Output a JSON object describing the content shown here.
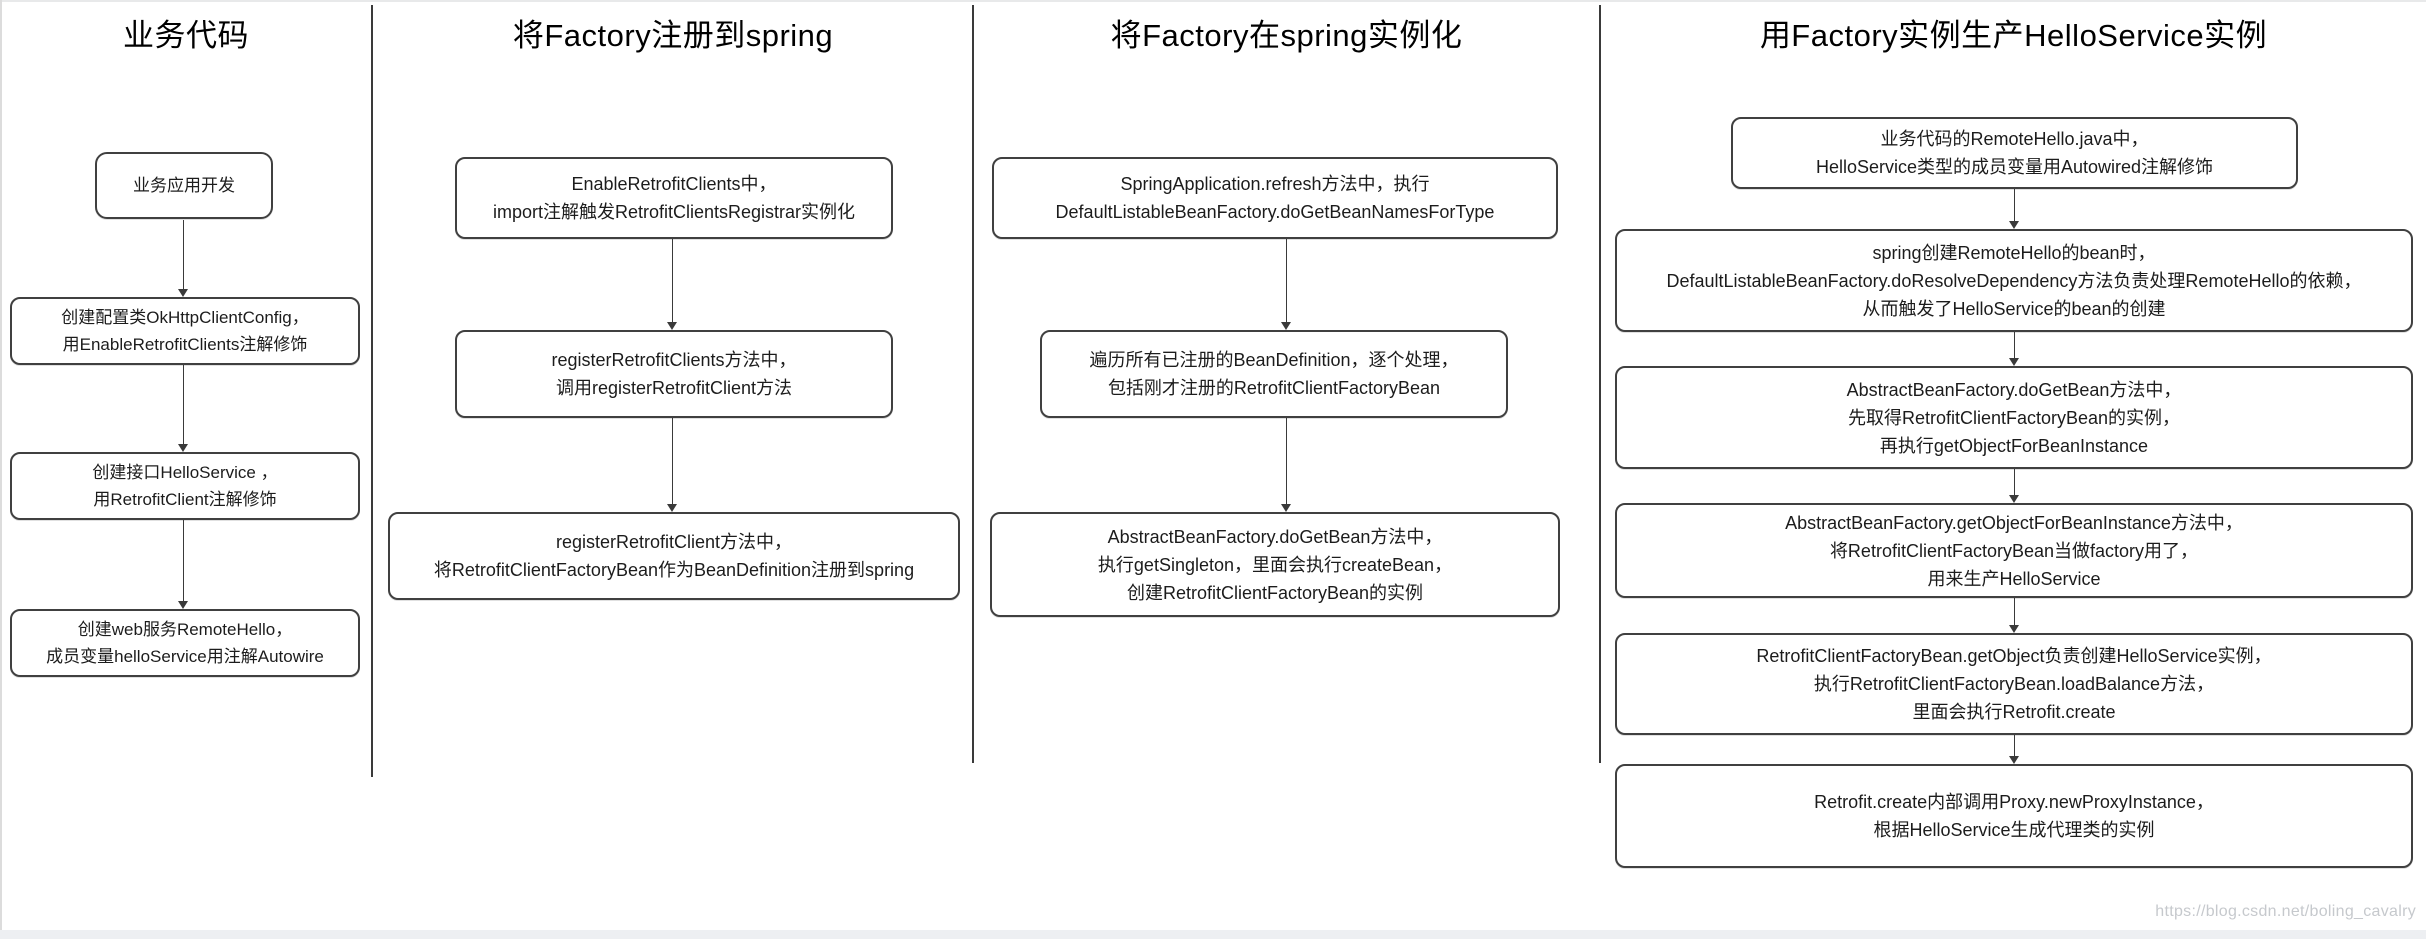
{
  "watermark": "https://blog.csdn.net/boling_cavalry",
  "colors": {
    "line": "#3a3a3a",
    "box_border": "#404040",
    "text": "#1c1c1c",
    "title": "#000000",
    "watermark": "#c6c9cd",
    "page_bg": "#ffffff",
    "bottom_strip": "#edeff2"
  },
  "columns": [
    {
      "title": "业务代码",
      "boxes": [
        {
          "lines": [
            "业务应用开发"
          ]
        },
        {
          "lines": [
            "创建配置类OkHttpClientConfig，",
            "用EnableRetrofitClients注解修饰"
          ]
        },
        {
          "lines": [
            "创建接口HelloService ，",
            "用RetrofitClient注解修饰"
          ]
        },
        {
          "lines": [
            "创建web服务RemoteHello，",
            "成员变量helloService用注解Autowire"
          ]
        }
      ]
    },
    {
      "title": "将Factory注册到spring",
      "boxes": [
        {
          "lines": [
            "EnableRetrofitClients中，",
            "import注解触发RetrofitClientsRegistrar实例化"
          ]
        },
        {
          "lines": [
            "registerRetrofitClients方法中，",
            "调用registerRetrofitClient方法"
          ]
        },
        {
          "lines": [
            "registerRetrofitClient方法中，",
            "将RetrofitClientFactoryBean作为BeanDefinition注册到spring"
          ]
        }
      ]
    },
    {
      "title": "将Factory在spring实例化",
      "boxes": [
        {
          "lines": [
            "SpringApplication.refresh方法中，执行",
            "DefaultListableBeanFactory.doGetBeanNamesForType"
          ]
        },
        {
          "lines": [
            "遍历所有已注册的BeanDefinition，逐个处理，",
            "包括刚才注册的RetrofitClientFactoryBean"
          ]
        },
        {
          "lines": [
            "AbstractBeanFactory.doGetBean方法中，",
            "执行getSingleton，里面会执行createBean，",
            "创建RetrofitClientFactoryBean的实例"
          ]
        }
      ]
    },
    {
      "title": "用Factory实例生产HelloService实例",
      "boxes": [
        {
          "lines": [
            "业务代码的RemoteHello.java中，",
            "HelloService类型的成员变量用Autowired注解修饰"
          ]
        },
        {
          "lines": [
            "spring创建RemoteHello的bean时，",
            "DefaultListableBeanFactory.doResolveDependency方法负责处理RemoteHello的依赖，",
            "从而触发了HelloService的bean的创建"
          ]
        },
        {
          "lines": [
            "AbstractBeanFactory.doGetBean方法中，",
            "先取得RetrofitClientFactoryBean的实例，",
            "再执行getObjectForBeanInstance"
          ]
        },
        {
          "lines": [
            "AbstractBeanFactory.getObjectForBeanInstance方法中，",
            "将RetrofitClientFactoryBean当做factory用了，",
            "用来生产HelloService"
          ]
        },
        {
          "lines": [
            "RetrofitClientFactoryBean.getObject负责创建HelloService实例，",
            "执行RetrofitClientFactoryBean.loadBalance方法，",
            "里面会执行Retrofit.create"
          ]
        },
        {
          "lines": [
            "Retrofit.create内部调用Proxy.newProxyInstance，",
            "根据HelloService生成代理类的实例"
          ]
        }
      ]
    }
  ]
}
